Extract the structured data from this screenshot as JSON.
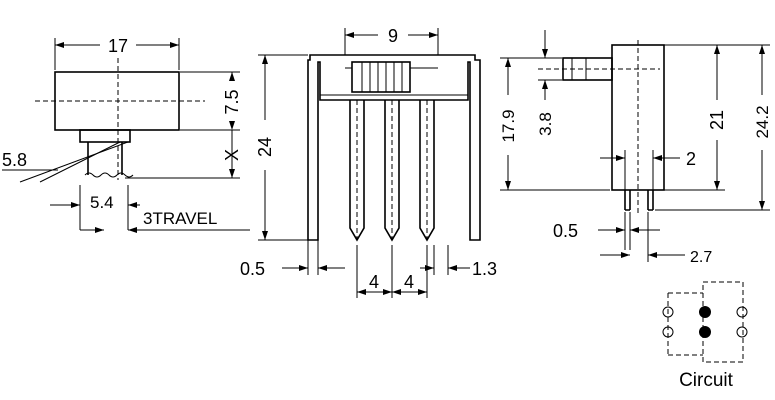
{
  "front_view": {
    "width": "17",
    "height": "7.5",
    "shaft_var": "X",
    "angle": "5.8",
    "shaft_width": "5.4",
    "travel": "3TRAVEL"
  },
  "side_view": {
    "top_width": "9",
    "height": "24",
    "pin_left": "0.5",
    "pin_pitch_1": "4",
    "pin_pitch_2": "4",
    "pin_right": "1.3"
  },
  "end_view": {
    "h1": "17.9",
    "h2": "3.8",
    "h3": "21",
    "h4": "24.2",
    "pin_w": "2",
    "pin_t": "0.5",
    "pin_off": "2.7"
  },
  "circuit_label": "Circuit"
}
